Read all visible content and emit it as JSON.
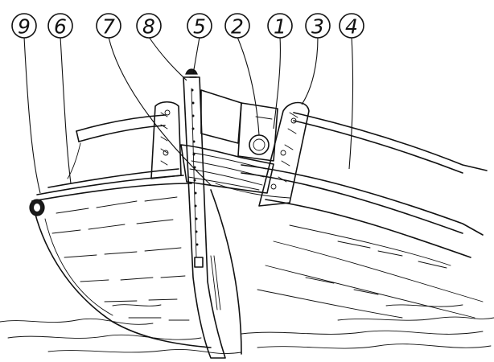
{
  "callouts": [
    {
      "key": "9",
      "label": "9"
    },
    {
      "key": "6",
      "label": "6"
    },
    {
      "key": "7",
      "label": "7"
    },
    {
      "key": "8",
      "label": "8"
    },
    {
      "key": "5",
      "label": "5"
    },
    {
      "key": "2",
      "label": "2"
    },
    {
      "key": "1",
      "label": "1"
    },
    {
      "key": "3",
      "label": "3"
    },
    {
      "key": "4",
      "label": "4"
    }
  ]
}
